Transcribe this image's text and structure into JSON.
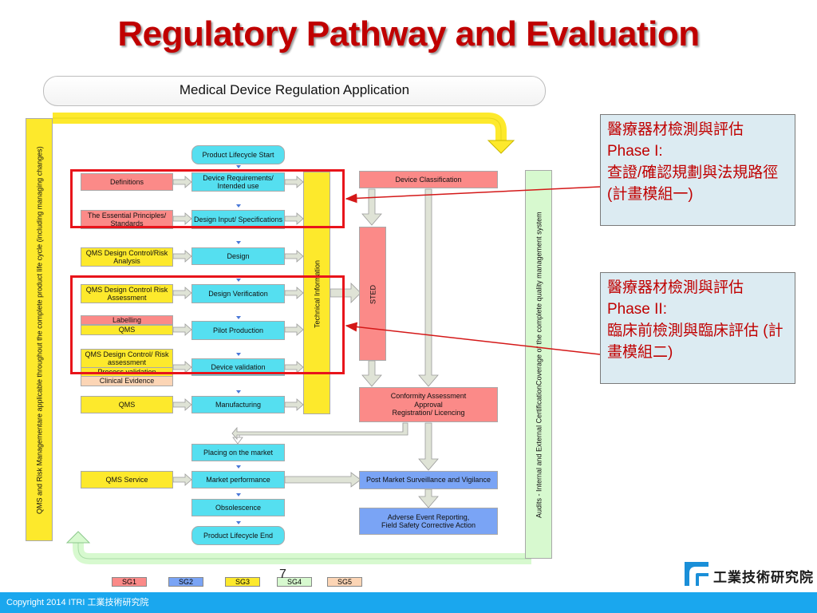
{
  "title": "Regulatory Pathway and Evaluation",
  "banner": "Medical Device Regulation Application",
  "left_band": {
    "line1": "QMS and Risk Management",
    "line2": "are applicable throughout the complete product life cycle (including managing changes)"
  },
  "technical_information": "Technical Information",
  "sted": "STED",
  "right_band": {
    "line1": "Audits -  Internal and External Certification",
    "line2": "Coverage of the complete quality management system"
  },
  "left_boxes": {
    "definitions": "Definitions",
    "essential": "The Essential Principles/ Standards",
    "qms_risk_analysis": "QMS Design Control/Risk Analysis",
    "qms_risk_assessment": "QMS Design Control Risk Assessment",
    "labelling": "Labelling",
    "qms": "QMS",
    "qms_risk_assessment2": "QMS Design Control/ Risk assessment",
    "process_validation": "Process validation",
    "clinical_evidence": "Clinical Evidence",
    "qms_manufacturing": "QMS",
    "qms_service": "QMS Service"
  },
  "center_boxes": {
    "lifecycle_start": "Product Lifecycle Start",
    "device_requirements": "Device Requirements/ Intended use",
    "design_input": "Design Input/ Specifications",
    "design": "Design",
    "design_verification": "Design Verification",
    "pilot_production": "Pilot Production",
    "device_validation": "Device validation",
    "manufacturing": "Manufacturing",
    "placing_market": "Placing on the market",
    "market_performance": "Market performance",
    "obsolescence": "Obsolescence",
    "lifecycle_end": "Product Lifecycle End"
  },
  "right_boxes": {
    "device_classification": "Device Classification",
    "conformity": "Conformity Assessment\nApproval\nRegistration/ Licencing",
    "post_market": "Post Market Surveillance and Vigilance",
    "adverse_event": "Adverse Event Reporting,\nField Safety Corrective Action"
  },
  "notes": {
    "phase1": "醫療器材檢測與評估 Phase I:\n查證/確認規劃與法規路徑 (計畫模組一)",
    "phase2": "醫療器材檢測與評估 Phase II:\n臨床前檢測與臨床評估 (計畫模組二)"
  },
  "legend": [
    {
      "label": "SG1",
      "color": "#fb8a88"
    },
    {
      "label": "SG2",
      "color": "#7aa4f5"
    },
    {
      "label": "SG3",
      "color": "#fde92c"
    },
    {
      "label": "SG4",
      "color": "#d7f9cf"
    },
    {
      "label": "SG5",
      "color": "#fcd5b5"
    }
  ],
  "page_number": "7",
  "logo_text": "工業技術研究院",
  "footer": "Copyright 2014 ITRI 工業技術研究院",
  "colors": {
    "title_red": "#c00000",
    "frame_red": "#e8141b",
    "cyan": "#55dff0",
    "yellow": "#fde92c",
    "pink": "#fb8a88",
    "blue": "#7aa4f5",
    "footer_blue": "#1aa7ee"
  }
}
